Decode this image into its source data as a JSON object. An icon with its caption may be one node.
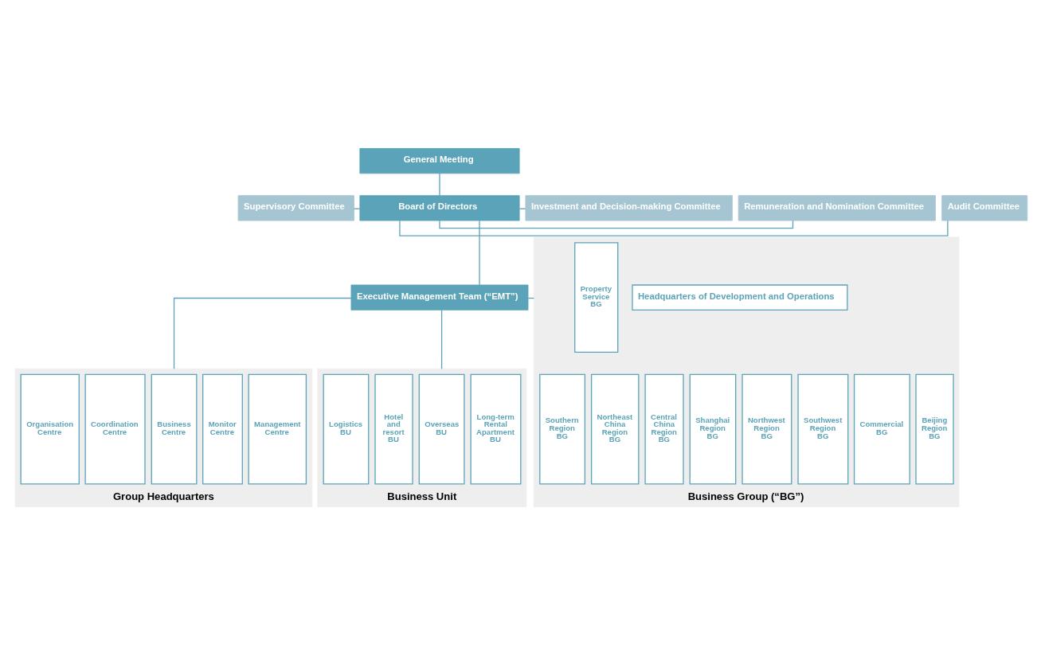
{
  "diagram": {
    "nodes": [
      {
        "text": [
          "General Meeting"
        ]
      },
      {
        "text": [
          "Supervisory Committee"
        ]
      },
      {
        "text": [
          "Board of Directors"
        ]
      },
      {
        "text": [
          "Audit Committee"
        ]
      },
      {
        "text": [
          "Remuneration and Nomination Committee"
        ]
      },
      {
        "text": [
          "Investment and Decision-making Committee"
        ]
      },
      {
        "text": [
          "Executive Management Team (“EMT”)"
        ]
      },
      {
        "text": [
          "Group Headquarters"
        ]
      },
      {
        "text": [
          "Management Centre"
        ],
        "in": 7
      },
      {
        "text": [
          "Monitor Centre"
        ],
        "in": 7
      },
      {
        "text": [
          "Business Centre"
        ],
        "in": 7
      },
      {
        "text": [
          "Coordination Centre"
        ],
        "in": 7
      },
      {
        "text": [
          "Organisation Centre"
        ],
        "in": 7
      },
      {
        "text": [
          "Business Group (“BG”)"
        ]
      },
      {
        "text": [
          "Headquarters of Development and Operations"
        ],
        "in": 13
      },
      {
        "text": [
          "Beijing Region BG"
        ],
        "in": 13
      },
      {
        "text": [
          "Northeast China Region BG"
        ],
        "in": 13
      },
      {
        "text": [
          "Central China Region BG"
        ],
        "in": 13
      },
      {
        "text": [
          "Southern Region BG"
        ],
        "in": 13
      },
      {
        "text": [
          "Shanghai Region BG"
        ],
        "in": 13
      },
      {
        "text": [
          "Northwest Region BG"
        ],
        "in": 13
      },
      {
        "text": [
          "Southwest Region BG"
        ],
        "in": 13
      },
      {
        "text": [
          "Commercial BG"
        ],
        "in": 13
      },
      {
        "text": [
          "Property Service BG"
        ],
        "in": 13
      },
      {
        "text": [
          "Business Unit"
        ]
      },
      {
        "text": [
          "Long-term Rental Apartment BU"
        ],
        "in": 24
      },
      {
        "text": [
          "Overseas BU"
        ],
        "in": 24
      },
      {
        "text": [
          "Hotel and resort BU"
        ],
        "in": 24
      },
      {
        "text": [
          "Logistics BU"
        ],
        "in": 24
      }
    ],
    "edges": [
      {
        "from": 0,
        "to": 2,
        "arrow": "none"
      },
      {
        "from": 1,
        "to": 2,
        "arrow": "none"
      },
      {
        "from": 2,
        "to": 3,
        "arrow": "none"
      },
      {
        "from": 2,
        "to": 4,
        "arrow": "none"
      },
      {
        "from": 2,
        "to": 5,
        "arrow": "none"
      },
      {
        "from": 2,
        "to": 6,
        "arrow": "none"
      },
      {
        "from": 6,
        "to": 7,
        "arrow": "none"
      },
      {
        "from": 6,
        "to": 13,
        "arrow": "none"
      },
      {
        "from": 6,
        "to": 24,
        "arrow": "none"
      }
    ]
  }
}
